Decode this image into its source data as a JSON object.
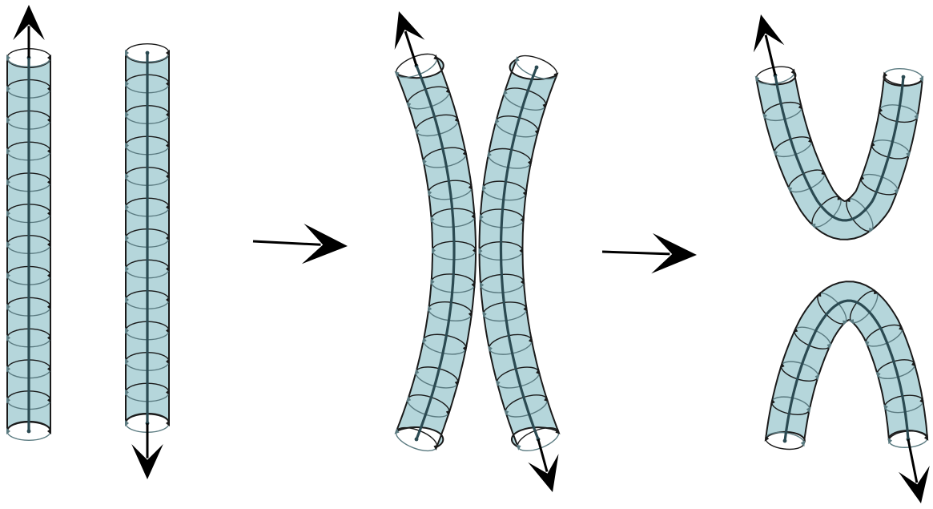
{
  "diagram": {
    "description_text": "",
    "colors": {
      "tube_fill": "#b5d6db",
      "tube_outline": "#1a1a1a",
      "core_line": "#2b4a52",
      "ring_front": "#1a1a1a",
      "ring_back": "#5a7a80",
      "arrow": "#000000"
    },
    "stages": [
      {
        "name": "antiparallel-flux-tubes",
        "tubes": 2
      },
      {
        "name": "tubes-approach-and-bend",
        "tubes": 2
      },
      {
        "name": "reconnected-tubes",
        "tubes": 2
      }
    ],
    "transition_arrows": 2
  }
}
